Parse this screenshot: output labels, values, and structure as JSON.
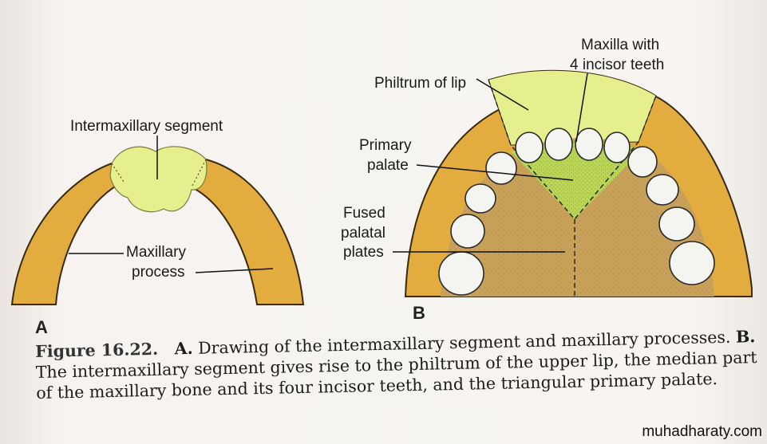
{
  "diagram": {
    "panel_a": {
      "letter": "A",
      "labels": {
        "intermaxillary": "Intermaxillary segment",
        "maxillary_line1": "Maxillary",
        "maxillary_line2": "process"
      }
    },
    "panel_b": {
      "letter": "B",
      "labels": {
        "maxilla_line1": "Maxilla with",
        "maxilla_line2": "4 incisor teeth",
        "philtrum": "Philtrum of lip",
        "primary_line1": "Primary",
        "primary_line2": "palate",
        "fused_line1": "Fused",
        "fused_line2": "palatal",
        "fused_line3": "plates"
      }
    },
    "colors": {
      "maxillary": "#e2ac3f",
      "intermaxillary": "#e6ef8e",
      "palate": "#c8a15a",
      "primary_palate": "#bcd658",
      "tooth": "#f4f4f0"
    }
  },
  "caption": {
    "figure_label": "Figure 16.22.",
    "part_a": "A.",
    "line1_text": "Drawing of the intermaxillary segment and maxillary processes.",
    "part_b": "B.",
    "line2": "The intermaxillary segment gives rise to the philtrum of the upper lip, the median part",
    "line3": "of the maxillary bone and its four incisor teeth, and the triangular primary palate."
  },
  "watermark": "muhadharaty.com"
}
